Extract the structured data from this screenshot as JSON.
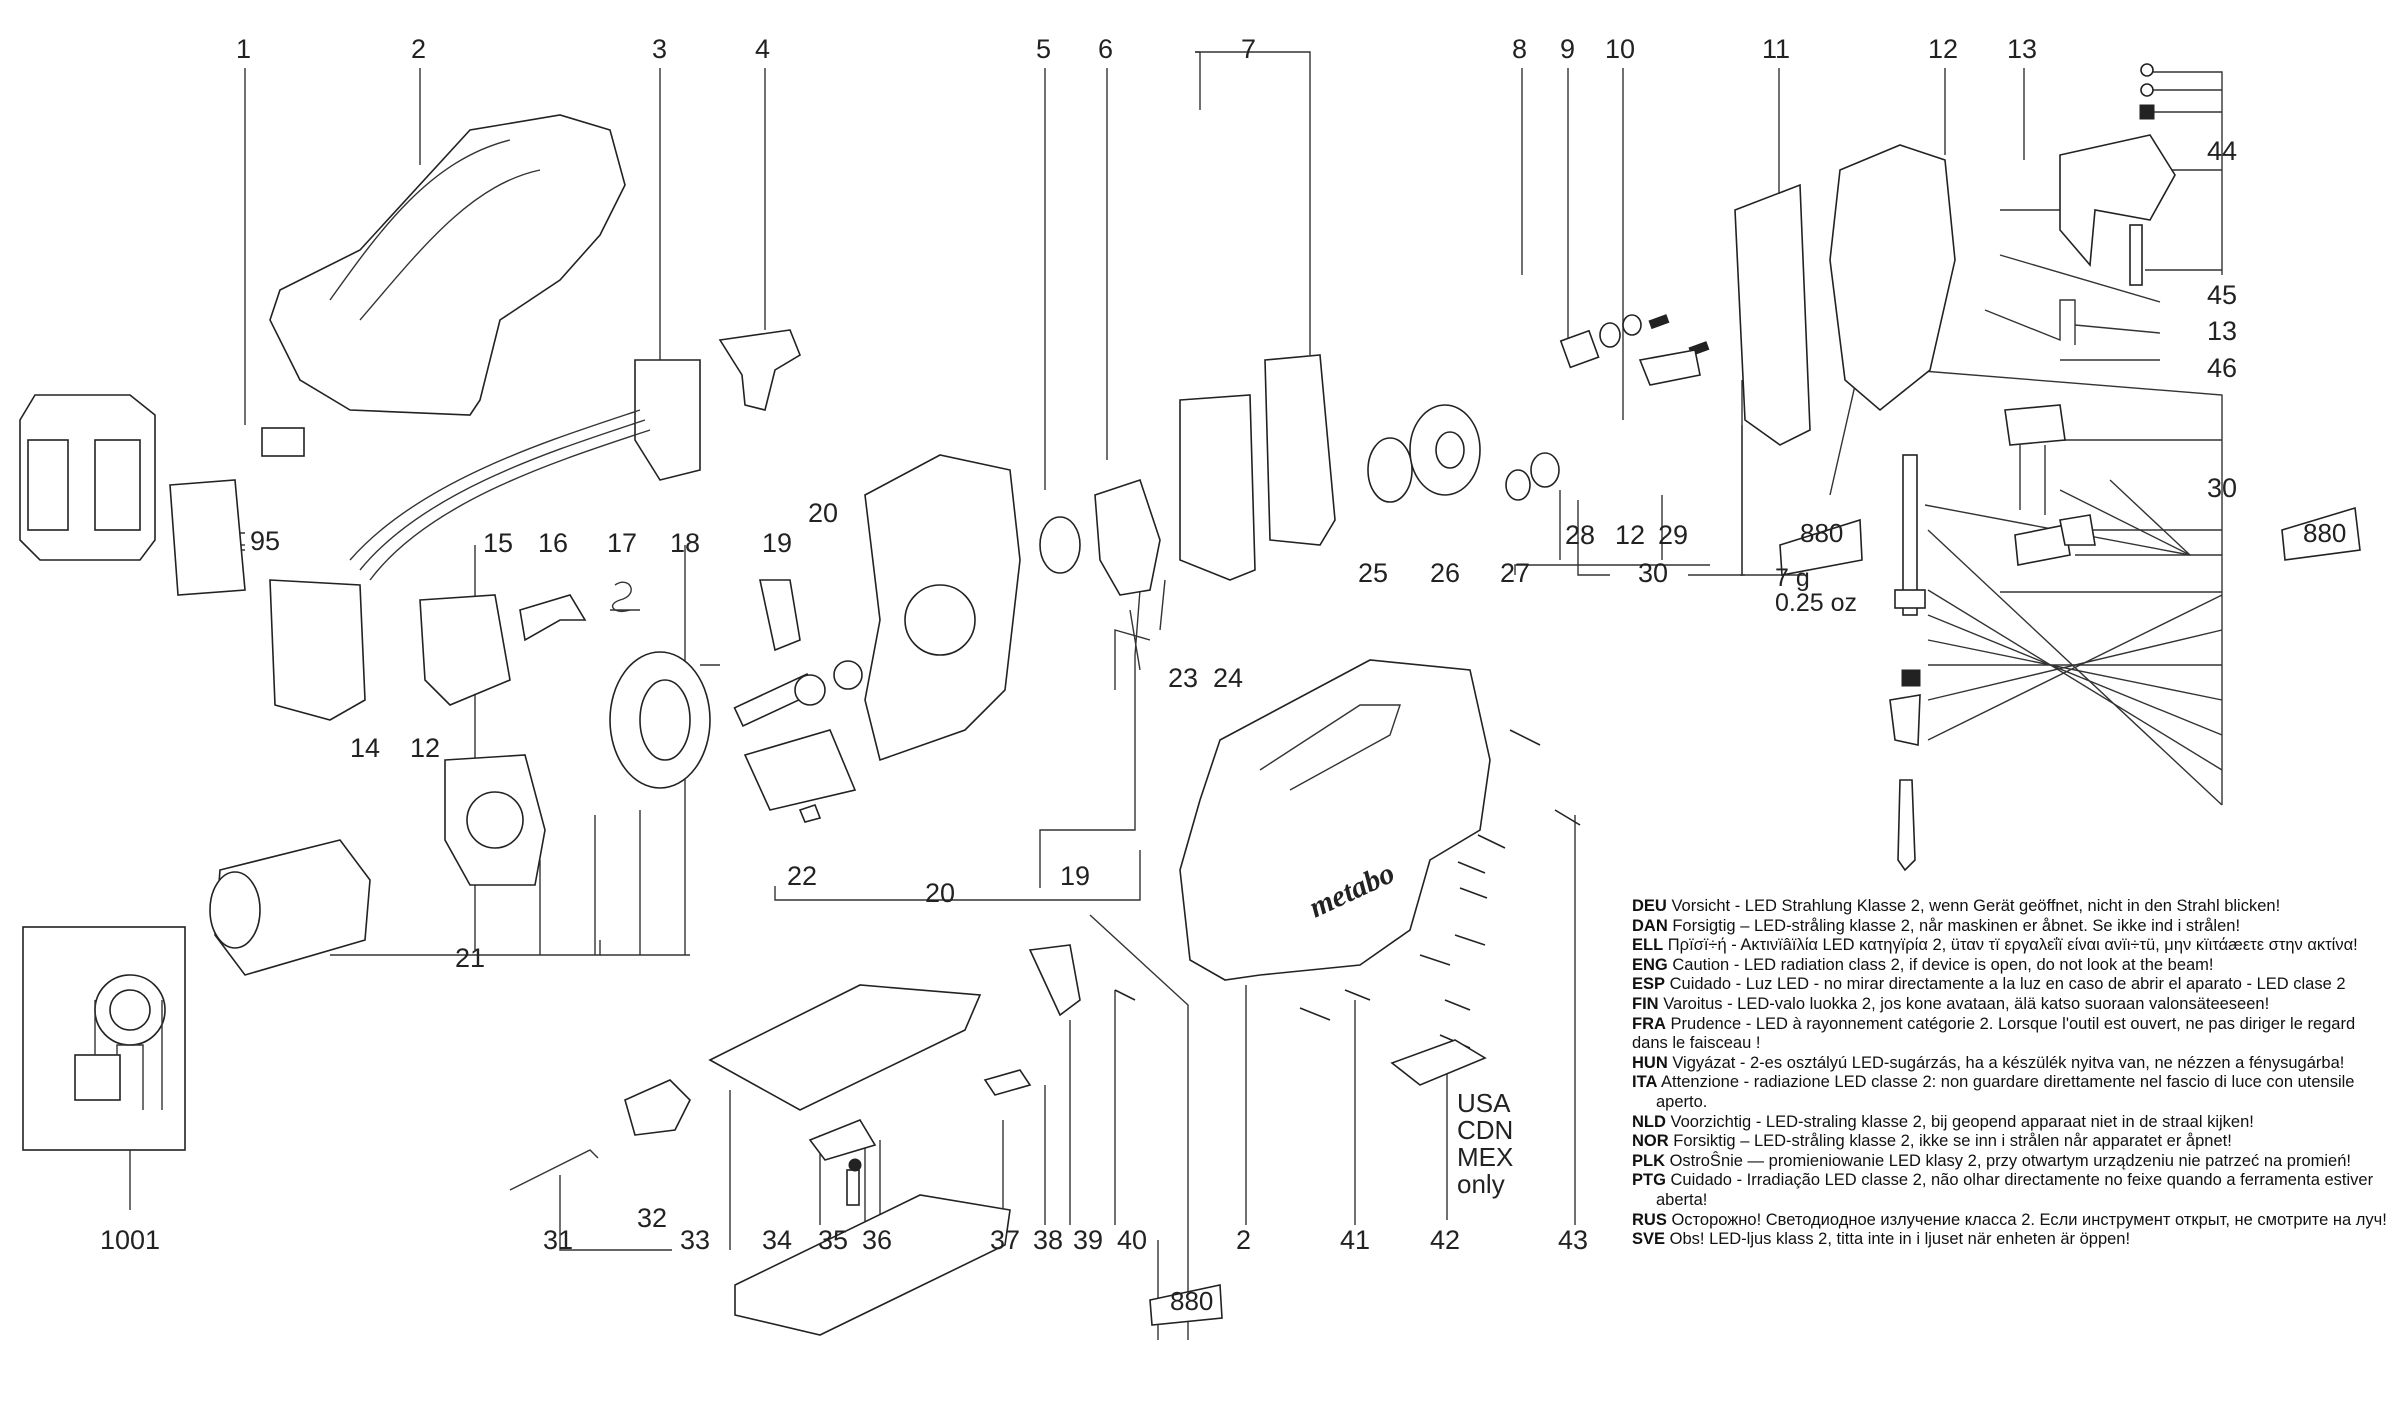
{
  "diagram": {
    "title": "Exploded parts diagram - cordless jigsaw",
    "brand_on_housing": "metabo",
    "callouts": [
      {
        "id": "c1",
        "label": "1"
      },
      {
        "id": "c2",
        "label": "2"
      },
      {
        "id": "c3",
        "label": "3"
      },
      {
        "id": "c4",
        "label": "4"
      },
      {
        "id": "c5",
        "label": "5"
      },
      {
        "id": "c6",
        "label": "6"
      },
      {
        "id": "c7",
        "label": "7"
      },
      {
        "id": "c8",
        "label": "8"
      },
      {
        "id": "c9",
        "label": "9"
      },
      {
        "id": "c10",
        "label": "10"
      },
      {
        "id": "c11",
        "label": "11"
      },
      {
        "id": "c12a",
        "label": "12"
      },
      {
        "id": "c13a",
        "label": "13"
      },
      {
        "id": "c44",
        "label": "44"
      },
      {
        "id": "c45",
        "label": "45"
      },
      {
        "id": "c13b",
        "label": "13"
      },
      {
        "id": "c46",
        "label": "46"
      },
      {
        "id": "c30a",
        "label": "30"
      },
      {
        "id": "c95",
        "label": "95"
      },
      {
        "id": "c15",
        "label": "15"
      },
      {
        "id": "c16",
        "label": "16"
      },
      {
        "id": "c17",
        "label": "17"
      },
      {
        "id": "c18",
        "label": "18"
      },
      {
        "id": "c19a",
        "label": "19"
      },
      {
        "id": "c20a",
        "label": "20"
      },
      {
        "id": "c23",
        "label": "23"
      },
      {
        "id": "c24",
        "label": "24"
      },
      {
        "id": "c25",
        "label": "25"
      },
      {
        "id": "c26",
        "label": "26"
      },
      {
        "id": "c27",
        "label": "27"
      },
      {
        "id": "c28",
        "label": "28"
      },
      {
        "id": "c12b",
        "label": "12"
      },
      {
        "id": "c29",
        "label": "29"
      },
      {
        "id": "c30b",
        "label": "30"
      },
      {
        "id": "c14",
        "label": "14"
      },
      {
        "id": "c12c",
        "label": "12"
      },
      {
        "id": "c22",
        "label": "22"
      },
      {
        "id": "c19b",
        "label": "19"
      },
      {
        "id": "c20b",
        "label": "20"
      },
      {
        "id": "c21",
        "label": "21"
      },
      {
        "id": "c1001",
        "label": "1001"
      },
      {
        "id": "c31",
        "label": "31"
      },
      {
        "id": "c32",
        "label": "32"
      },
      {
        "id": "c33",
        "label": "33"
      },
      {
        "id": "c34",
        "label": "34"
      },
      {
        "id": "c35",
        "label": "35"
      },
      {
        "id": "c36",
        "label": "36"
      },
      {
        "id": "c37",
        "label": "37"
      },
      {
        "id": "c38",
        "label": "38"
      },
      {
        "id": "c39",
        "label": "39"
      },
      {
        "id": "c40",
        "label": "40"
      },
      {
        "id": "c2b",
        "label": "2"
      },
      {
        "id": "c41",
        "label": "41"
      },
      {
        "id": "c42",
        "label": "42"
      },
      {
        "id": "c43",
        "label": "43"
      }
    ],
    "grease_tubes": [
      {
        "label": "880",
        "amount": "7 g",
        "amount_alt": "0.25 oz"
      },
      {
        "label": "880"
      },
      {
        "label": "880"
      }
    ],
    "region_note": [
      "USA",
      "CDN",
      "MEX",
      "only"
    ]
  },
  "warnings": [
    {
      "lang": "DEU",
      "title": "Vorsicht",
      "text": " - LED Strahlung Klasse 2, wenn Gerät geöffnet, nicht in den Strahl blicken!"
    },
    {
      "lang": "DAN",
      "title": "Forsigtig",
      "text": " – LED-stråling klasse 2, når maskinen er åbnet. Se ikke ind i strålen!"
    },
    {
      "lang": "ELL",
      "title": "Πρïσï÷ή",
      "text": " - Ακτινïâïλία LED κατηγïρία 2, üταν τï εργαλεΐï είναι ανïι÷τü, μην κïιτάæετε στην ακτίνα!"
    },
    {
      "lang": "ENG",
      "title": "Caution",
      "text": " - LED radiation class 2, if device is open, do not look at the beam!"
    },
    {
      "lang": "ESP",
      "title": "Cuidado",
      "text": " - Luz LED - no mirar directamente a la luz en caso de abrir el aparato - LED clase 2"
    },
    {
      "lang": "FIN",
      "title": "Varoitus",
      "text": " - LED-valo luokka 2, jos kone avataan, älä katso suoraan valonsäteeseen!"
    },
    {
      "lang": "FRA",
      "title": "Prudence",
      "text": " - LED à rayonnement catégorie 2. Lorsque l'outil est ouvert, ne pas diriger le regard dans le faisceau !"
    },
    {
      "lang": "HUN",
      "title": "Vigyázat",
      "text": " - 2-es osztályú LED-sugárzás, ha a készülék nyitva van, ne nézzen a fénysugárba!"
    },
    {
      "lang": "ITA",
      "title": "Attenzione",
      "text": " - radiazione LED classe 2: non guardare direttamente nel fascio di luce con utensile aperto."
    },
    {
      "lang": "NLD",
      "title": "Voorzichtig",
      "text": " - LED-straling klasse 2, bij geopend apparaat niet in de straal kijken!"
    },
    {
      "lang": "NOR",
      "title": "Forsiktig",
      "text": " – LED-stråling klasse 2, ikke se inn i strålen når apparatet er åpnet!"
    },
    {
      "lang": "PLK",
      "title": "OstroŜnie",
      "text": " — promieniowanie LED klasy 2, przy otwartym urządzeniu nie patrzeć na promień!"
    },
    {
      "lang": "PTG",
      "title": "Cuidado",
      "text": " - Irradiação LED classe 2, não olhar directamente no feixe quando a ferramenta estiver aberta!"
    },
    {
      "lang": "RUS",
      "title": "Осторожно!",
      "text": " Светодиодное излучение класса 2. Если инструмент открыт, не смотрите на луч!"
    },
    {
      "lang": "SVE",
      "title": "Obs!",
      "text": " LED-ljus klass 2, titta inte in i ljuset när enheten är öppen!"
    }
  ]
}
